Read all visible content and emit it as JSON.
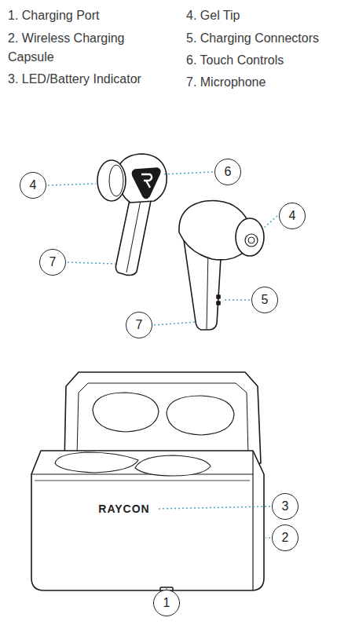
{
  "diagram": {
    "nodes": [
      {
        "text": [
          "6"
        ]
      },
      {
        "text": [
          "4"
        ]
      },
      {
        "text": [
          "4"
        ]
      },
      {
        "text": [
          "7"
        ]
      },
      {
        "text": [
          "5"
        ]
      },
      {
        "text": [
          "7"
        ]
      },
      {
        "text": [
          "3"
        ]
      },
      {
        "text": [
          "2"
        ]
      },
      {
        "text": [
          "1"
        ]
      }
    ],
    "labels": [
      "1. Charging Port",
      "2. Wireless Charging Capsule",
      "3. LED/Battery Indicator",
      "4. Gel Tip",
      "5. Charging Connectors",
      "6. Touch Controls",
      "7. Microphone",
      "RAYCON"
    ]
  }
}
